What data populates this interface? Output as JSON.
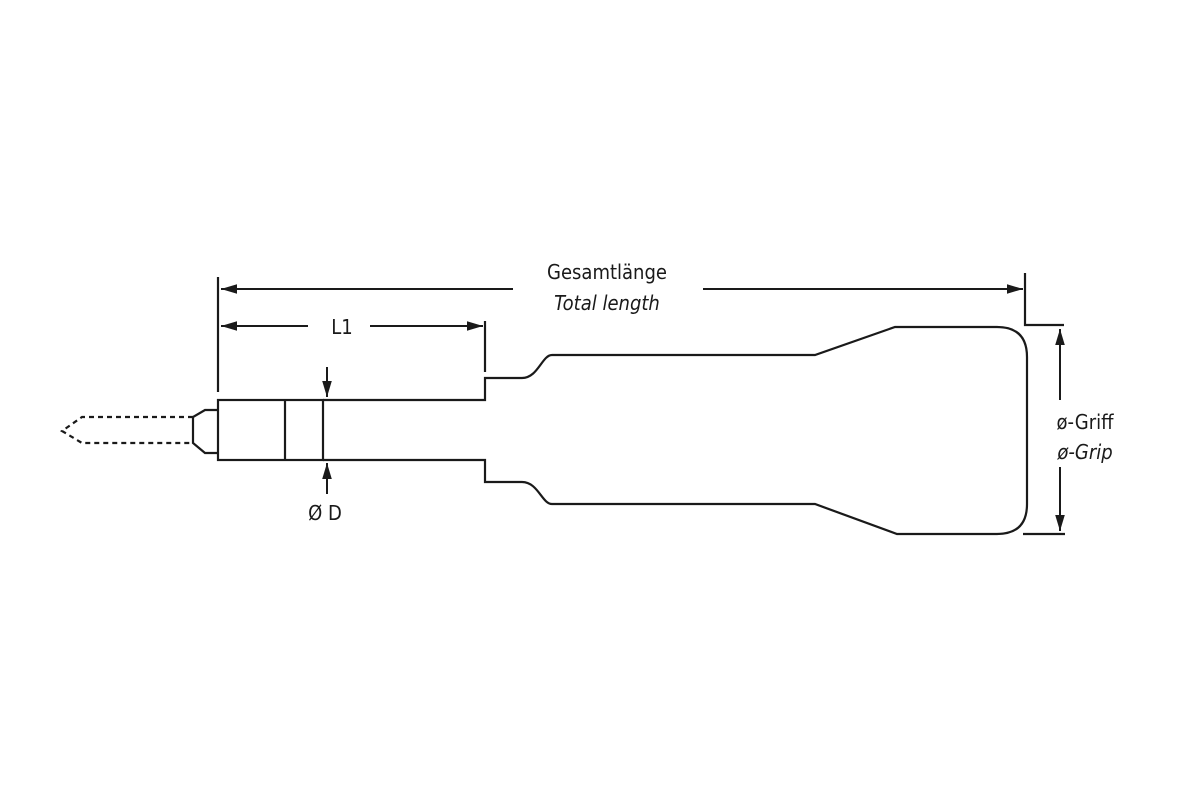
{
  "diagram": {
    "total_length_de": "Gesamtlänge",
    "total_length_en": "Total length",
    "l1_label": "L1",
    "diameter_d_label": "Ø D",
    "grip_diameter_de": "ø-Griff",
    "grip_diameter_en": "ø-Grip",
    "line_color": "#1a1a1a"
  }
}
